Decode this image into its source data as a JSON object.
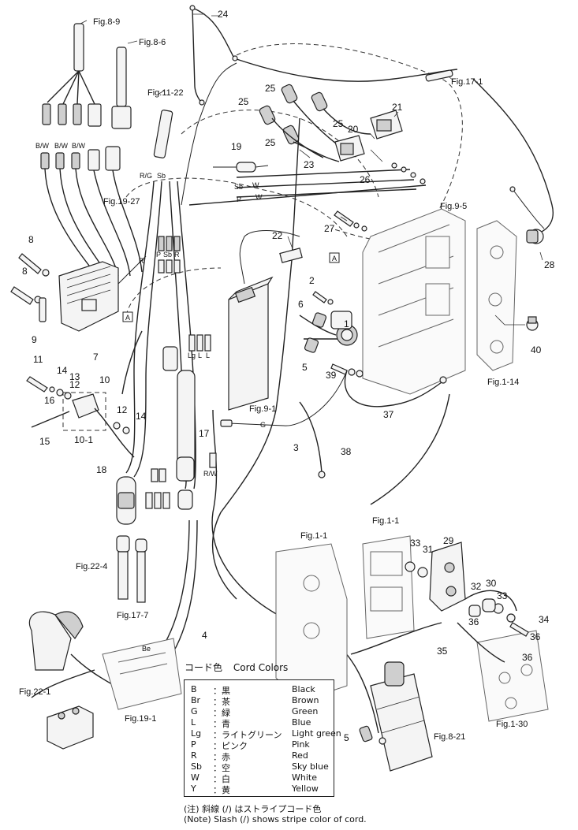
{
  "callouts": {
    "n1": "1",
    "n2": "2",
    "n3": "3",
    "n4": "4",
    "n5a": "5",
    "n5b": "5",
    "n6": "6",
    "n7": "7",
    "n8a": "8",
    "n8b": "8",
    "n9": "9",
    "n10": "10",
    "n10_1": "10-1",
    "n11": "11",
    "n12a": "12",
    "n12b": "12",
    "n13": "13",
    "n14a": "14",
    "n14b": "14",
    "n15": "15",
    "n16": "16",
    "n17": "17",
    "n18": "18",
    "n19": "19",
    "n20": "20",
    "n21": "21",
    "n22": "22",
    "n23": "23",
    "n24": "24",
    "n25a": "25",
    "n25b": "25",
    "n25c": "25",
    "n25d": "25",
    "n26": "26",
    "n27": "27",
    "n28": "28",
    "n29": "29",
    "n30": "30",
    "n31": "31",
    "n32": "32",
    "n33a": "33",
    "n33b": "33",
    "n34": "34",
    "n35": "35",
    "n36a": "36",
    "n36b": "36",
    "n36c": "36",
    "n37": "37",
    "n38": "38",
    "n39": "39",
    "n40": "40"
  },
  "figrefs": {
    "fig8_9": "Fig.8-9",
    "fig8_6": "Fig.8-6",
    "fig11_22": "Fig.11-22",
    "fig17_1": "Fig.17-1",
    "fig19_27": "Fig.19-27",
    "fig9_5": "Fig.9-5",
    "fig9_1": "Fig.9-1",
    "fig1_14": "Fig.1-14",
    "fig1_1a": "Fig.1-1",
    "fig1_1b": "Fig.1-1",
    "fig22_4": "Fig.22-4",
    "fig17_7": "Fig.17-7",
    "fig22_1": "Fig.22-1",
    "fig19_1": "Fig.19-1",
    "fig1_30": "Fig.1-30",
    "fig8_21": "Fig.8-21"
  },
  "wire_labels": {
    "bw1": "B/W",
    "bw2": "B/W",
    "bw3": "B/W",
    "rg": "R/G",
    "sb1": "Sb",
    "sb2": "Sb",
    "p1": "P",
    "w1": "W",
    "w2": "W",
    "r1": "R",
    "p2": "P",
    "sb3": "Sb",
    "r2": "R",
    "lg": "Lg",
    "l1": "L",
    "l2": "L",
    "g": "G",
    "rw": "R/W",
    "be": "Be",
    "ref_a1": "A",
    "ref_a2": "A"
  },
  "legend": {
    "title_jp": "コード色",
    "title_en": "Cord Colors",
    "rows": [
      {
        "code": "B",
        "jp": "：黒",
        "en": "Black"
      },
      {
        "code": "Br",
        "jp": "：茶",
        "en": "Brown"
      },
      {
        "code": "G",
        "jp": "：緑",
        "en": "Green"
      },
      {
        "code": "L",
        "jp": "：青",
        "en": "Blue"
      },
      {
        "code": "Lg",
        "jp": "：ライトグリーン",
        "en": "Light green"
      },
      {
        "code": "P",
        "jp": "：ピンク",
        "en": "Pink"
      },
      {
        "code": "R",
        "jp": "：赤",
        "en": "Red"
      },
      {
        "code": "Sb",
        "jp": "：空",
        "en": "Sky blue"
      },
      {
        "code": "W",
        "jp": "：白",
        "en": "White"
      },
      {
        "code": "Y",
        "jp": "：黄",
        "en": "Yellow"
      }
    ],
    "note_jp": "(注) 斜線 (/) はストライプコード色",
    "note_en": "(Note)  Slash  (/)  shows stripe color of cord."
  }
}
